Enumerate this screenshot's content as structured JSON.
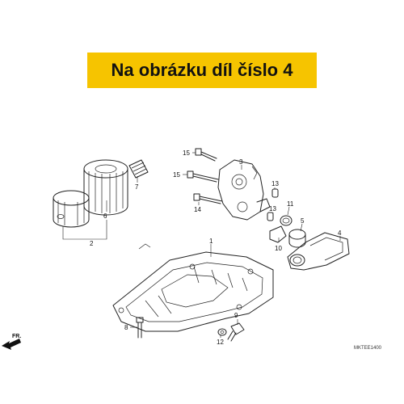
{
  "banner": {
    "text": "Na obrázku díl číslo 4",
    "background": "#f6c400"
  },
  "callouts": {
    "c1": "1",
    "c2": "2",
    "c3": "3",
    "c4": "4",
    "c5": "5",
    "c6": "6",
    "c7": "7",
    "c8": "8",
    "c9": "9",
    "c10": "10",
    "c11": "11",
    "c12": "12",
    "c13a": "13",
    "c13b": "13",
    "c14": "14",
    "c15a": "15",
    "c15b": "15"
  },
  "direction_label": "FR.",
  "drawing_code": "MKTEE1400"
}
